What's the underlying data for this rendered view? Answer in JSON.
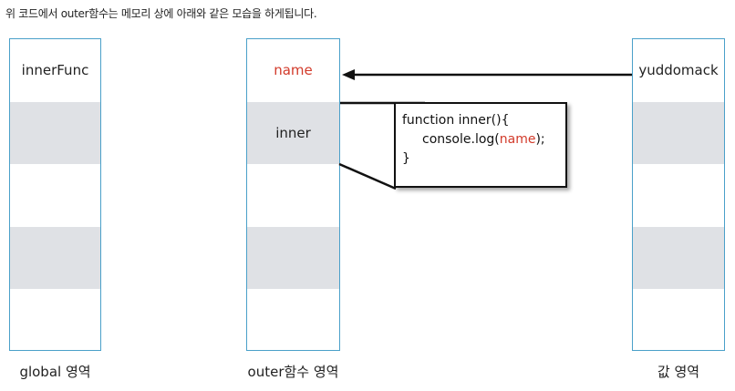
{
  "caption": "위 코드에서 outer함수는 메모리 상에 아래와 같은 모습을 하게됩니다.",
  "columns": {
    "global": {
      "label": "global 영역",
      "cells": [
        "innerFunc",
        "",
        "",
        "",
        ""
      ]
    },
    "outer": {
      "label": "outer함수 영역",
      "cells": [
        "name",
        "inner",
        "",
        "",
        ""
      ]
    },
    "value": {
      "label": "값 영역",
      "cells": [
        "yuddomack",
        "",
        "",
        "",
        ""
      ]
    }
  },
  "code": {
    "line1": "function inner(){",
    "line2_prefix": "console.log(",
    "line2_var": "name",
    "line2_suffix": ");",
    "line3": "}"
  },
  "colors": {
    "border": "#4aa0c9",
    "shade": "#dfe1e5",
    "highlight": "#d23a2a"
  }
}
